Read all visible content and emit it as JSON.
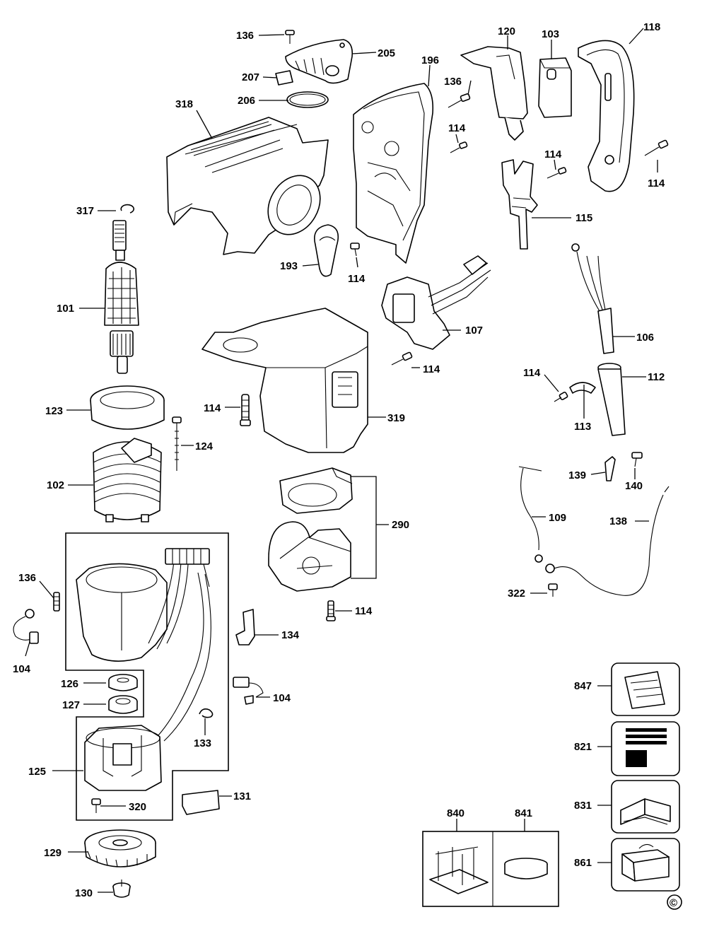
{
  "diagram": {
    "copyright_symbol": "©",
    "labels": [
      {
        "id": "136a",
        "text": "136"
      },
      {
        "id": "205",
        "text": "205"
      },
      {
        "id": "207",
        "text": "207"
      },
      {
        "id": "206",
        "text": "206"
      },
      {
        "id": "318",
        "text": "318"
      },
      {
        "id": "196",
        "text": "196"
      },
      {
        "id": "136b",
        "text": "136"
      },
      {
        "id": "114a",
        "text": "114"
      },
      {
        "id": "120",
        "text": "120"
      },
      {
        "id": "103",
        "text": "103"
      },
      {
        "id": "118",
        "text": "118"
      },
      {
        "id": "114b",
        "text": "114"
      },
      {
        "id": "114c",
        "text": "114"
      },
      {
        "id": "115",
        "text": "115"
      },
      {
        "id": "317",
        "text": "317"
      },
      {
        "id": "101",
        "text": "101"
      },
      {
        "id": "193",
        "text": "193"
      },
      {
        "id": "114d",
        "text": "114"
      },
      {
        "id": "107",
        "text": "107"
      },
      {
        "id": "114e",
        "text": "114"
      },
      {
        "id": "106",
        "text": "106"
      },
      {
        "id": "114f",
        "text": "114"
      },
      {
        "id": "112",
        "text": "112"
      },
      {
        "id": "113",
        "text": "113"
      },
      {
        "id": "123",
        "text": "123"
      },
      {
        "id": "114g",
        "text": "114"
      },
      {
        "id": "319",
        "text": "319"
      },
      {
        "id": "124",
        "text": "124"
      },
      {
        "id": "102",
        "text": "102"
      },
      {
        "id": "139",
        "text": "139"
      },
      {
        "id": "140",
        "text": "140"
      },
      {
        "id": "109",
        "text": "109"
      },
      {
        "id": "138",
        "text": "138"
      },
      {
        "id": "290",
        "text": "290"
      },
      {
        "id": "136c",
        "text": "136"
      },
      {
        "id": "322",
        "text": "322"
      },
      {
        "id": "114h",
        "text": "114"
      },
      {
        "id": "134",
        "text": "134"
      },
      {
        "id": "104a",
        "text": "104"
      },
      {
        "id": "126",
        "text": "126"
      },
      {
        "id": "127",
        "text": "127"
      },
      {
        "id": "104b",
        "text": "104"
      },
      {
        "id": "847",
        "text": "847"
      },
      {
        "id": "133",
        "text": "133"
      },
      {
        "id": "821",
        "text": "821"
      },
      {
        "id": "125",
        "text": "125"
      },
      {
        "id": "131",
        "text": "131"
      },
      {
        "id": "320",
        "text": "320"
      },
      {
        "id": "831",
        "text": "831"
      },
      {
        "id": "840",
        "text": "840"
      },
      {
        "id": "841",
        "text": "841"
      },
      {
        "id": "129",
        "text": "129"
      },
      {
        "id": "861",
        "text": "861"
      },
      {
        "id": "130",
        "text": "130"
      }
    ]
  }
}
